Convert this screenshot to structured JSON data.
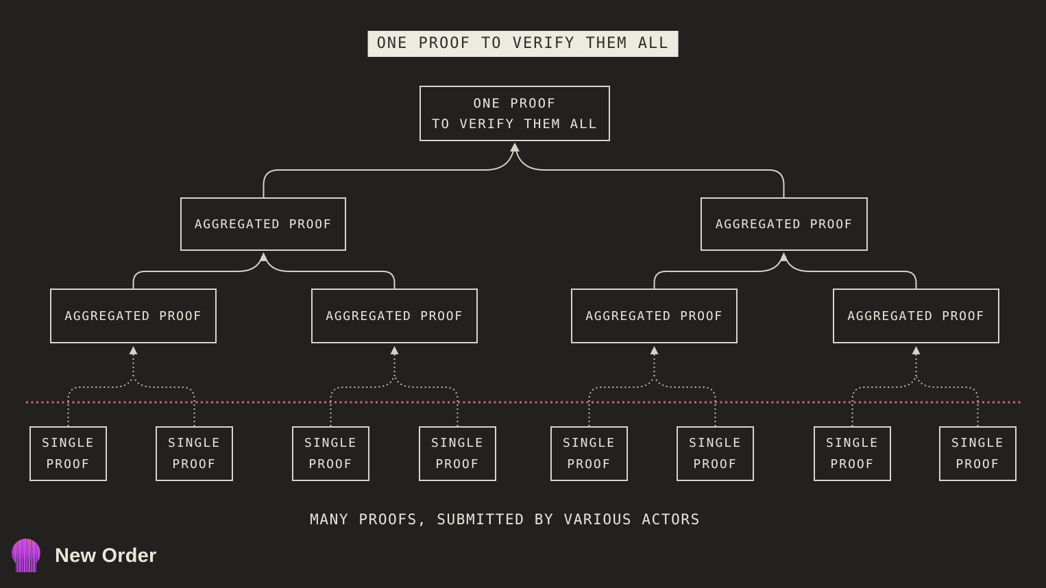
{
  "colors": {
    "background": "#232120",
    "line": "#d6d2c6",
    "dotted-line": "#c6c2b7",
    "box-border": "#d9d5c9",
    "text": "#eae6da",
    "banner-bg": "#edeadf",
    "banner-text": "#2e2d2a",
    "accent-pink": "#e25c86",
    "logo-yellow": "#f3e23e",
    "logo-orange": "#f2994e",
    "logo-magenta": "#c748dd",
    "logo-purple": "#a93ae0"
  },
  "banner": {
    "label": "ONE PROOF TO VERIFY THEM ALL"
  },
  "tree": {
    "root": {
      "line1": "ONE PROOF",
      "line2": "TO VERIFY THEM ALL"
    },
    "level2": [
      {
        "label": "AGGREGATED PROOF"
      },
      {
        "label": "AGGREGATED PROOF"
      }
    ],
    "level3": [
      {
        "label": "AGGREGATED PROOF"
      },
      {
        "label": "AGGREGATED PROOF"
      },
      {
        "label": "AGGREGATED PROOF"
      },
      {
        "label": "AGGREGATED PROOF"
      }
    ],
    "singles": [
      {
        "line1": "SINGLE",
        "line2": "PROOF"
      },
      {
        "line1": "SINGLE",
        "line2": "PROOF"
      },
      {
        "line1": "SINGLE",
        "line2": "PROOF"
      },
      {
        "line1": "SINGLE",
        "line2": "PROOF"
      },
      {
        "line1": "SINGLE",
        "line2": "PROOF"
      },
      {
        "line1": "SINGLE",
        "line2": "PROOF"
      },
      {
        "line1": "SINGLE",
        "line2": "PROOF"
      },
      {
        "line1": "SINGLE",
        "line2": "PROOF"
      }
    ]
  },
  "caption": {
    "label": "MANY PROOFS, SUBMITTED BY VARIOUS ACTORS"
  },
  "logo": {
    "label": "New Order"
  }
}
